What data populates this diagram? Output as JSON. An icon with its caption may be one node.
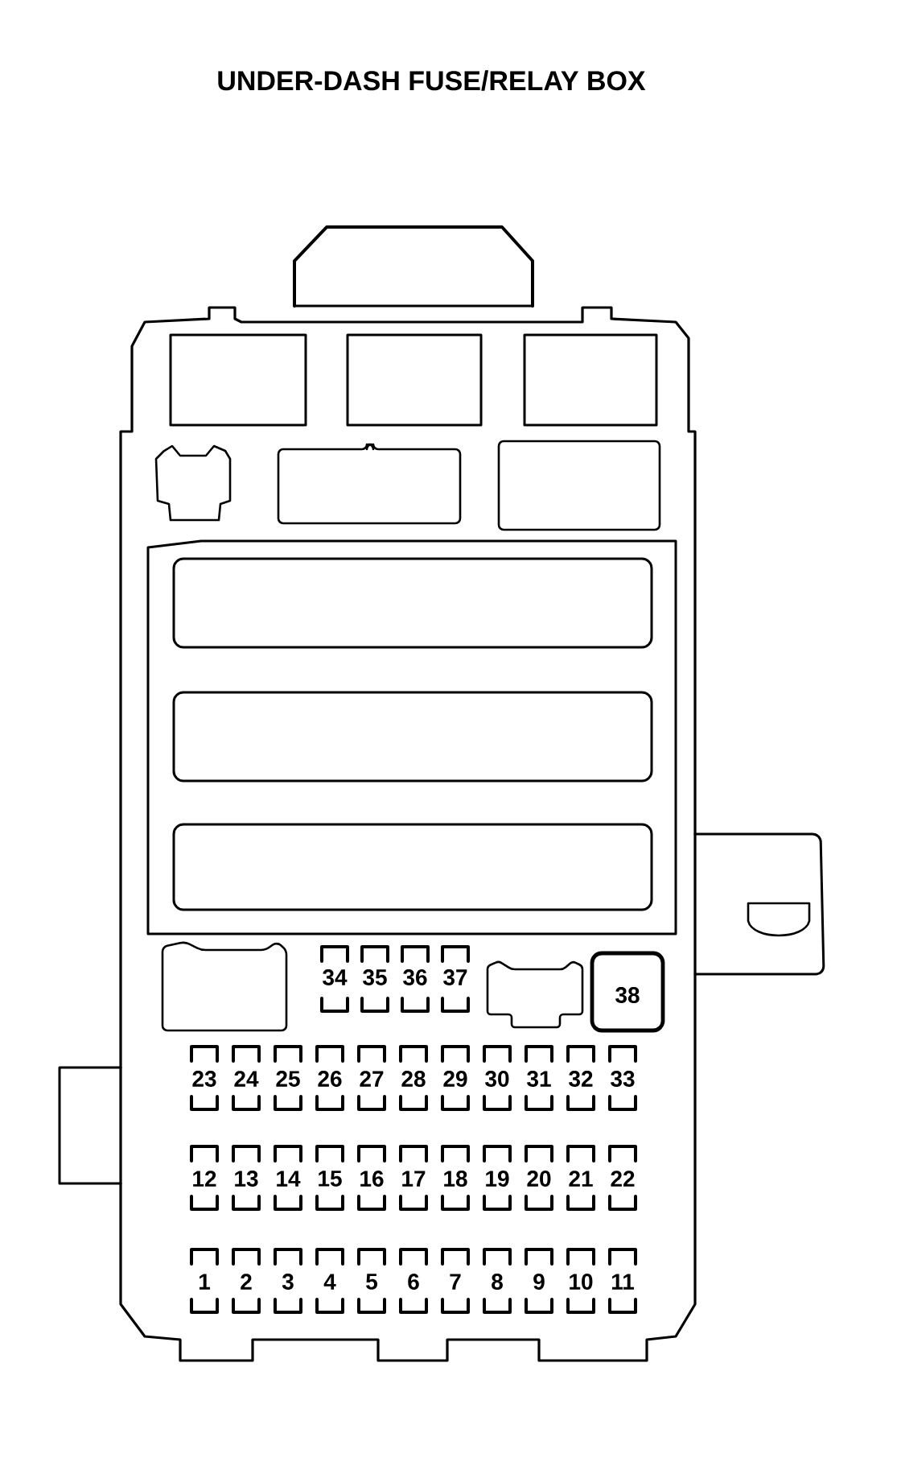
{
  "diagram": {
    "title": "UNDER-DASH FUSE/RELAY BOX",
    "nodes": [
      {
        "text": [
          "34"
        ]
      },
      {
        "text": [
          "35"
        ]
      },
      {
        "text": [
          "36"
        ]
      },
      {
        "text": [
          "37"
        ]
      },
      {
        "text": [
          "38"
        ]
      },
      {
        "text": [
          "23"
        ]
      },
      {
        "text": [
          "24"
        ]
      },
      {
        "text": [
          "25"
        ]
      },
      {
        "text": [
          "26"
        ]
      },
      {
        "text": [
          "27"
        ]
      },
      {
        "text": [
          "28"
        ]
      },
      {
        "text": [
          "29"
        ]
      },
      {
        "text": [
          "30"
        ]
      },
      {
        "text": [
          "31"
        ]
      },
      {
        "text": [
          "32"
        ]
      },
      {
        "text": [
          "33"
        ]
      },
      {
        "text": [
          "12"
        ]
      },
      {
        "text": [
          "13"
        ]
      },
      {
        "text": [
          "14"
        ]
      },
      {
        "text": [
          "15"
        ]
      },
      {
        "text": [
          "16"
        ]
      },
      {
        "text": [
          "17"
        ]
      },
      {
        "text": [
          "18"
        ]
      },
      {
        "text": [
          "19"
        ]
      },
      {
        "text": [
          "20"
        ]
      },
      {
        "text": [
          "21"
        ]
      },
      {
        "text": [
          "22"
        ]
      },
      {
        "text": [
          "1"
        ]
      },
      {
        "text": [
          "2"
        ]
      },
      {
        "text": [
          "3"
        ]
      },
      {
        "text": [
          "4"
        ]
      },
      {
        "text": [
          "5"
        ]
      },
      {
        "text": [
          "6"
        ]
      },
      {
        "text": [
          "7"
        ]
      },
      {
        "text": [
          "8"
        ]
      },
      {
        "text": [
          "9"
        ]
      },
      {
        "text": [
          "10"
        ]
      },
      {
        "text": [
          "11"
        ]
      }
    ]
  }
}
